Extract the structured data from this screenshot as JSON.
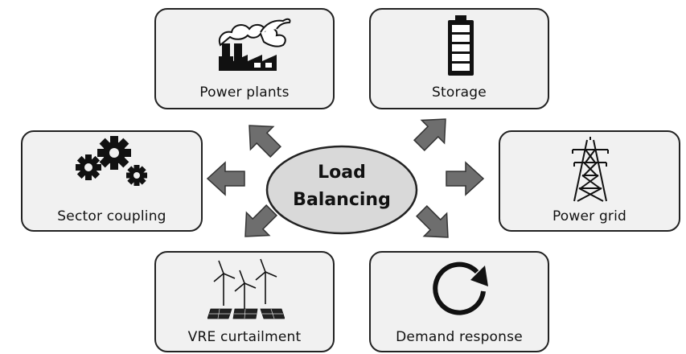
{
  "diagram": {
    "center": {
      "line1": "Load",
      "line2": "Balancing"
    },
    "boxes": {
      "power_plants": "Power plants",
      "storage": "Storage",
      "sector_coupling": "Sector coupling",
      "power_grid": "Power grid",
      "vre_curtailment": "VRE curtailment",
      "demand_response": "Demand response"
    }
  },
  "colors": {
    "box_fill": "#f1f1f1",
    "box_border": "#222222",
    "arrow_fill": "#6e6e6e",
    "center_fill": "#d9d9d9",
    "icon": "#111111"
  },
  "icons": [
    "power-plant-icon",
    "battery-icon",
    "gears-icon",
    "transmission-tower-icon",
    "wind-solar-icon",
    "cycle-arrow-icon"
  ]
}
